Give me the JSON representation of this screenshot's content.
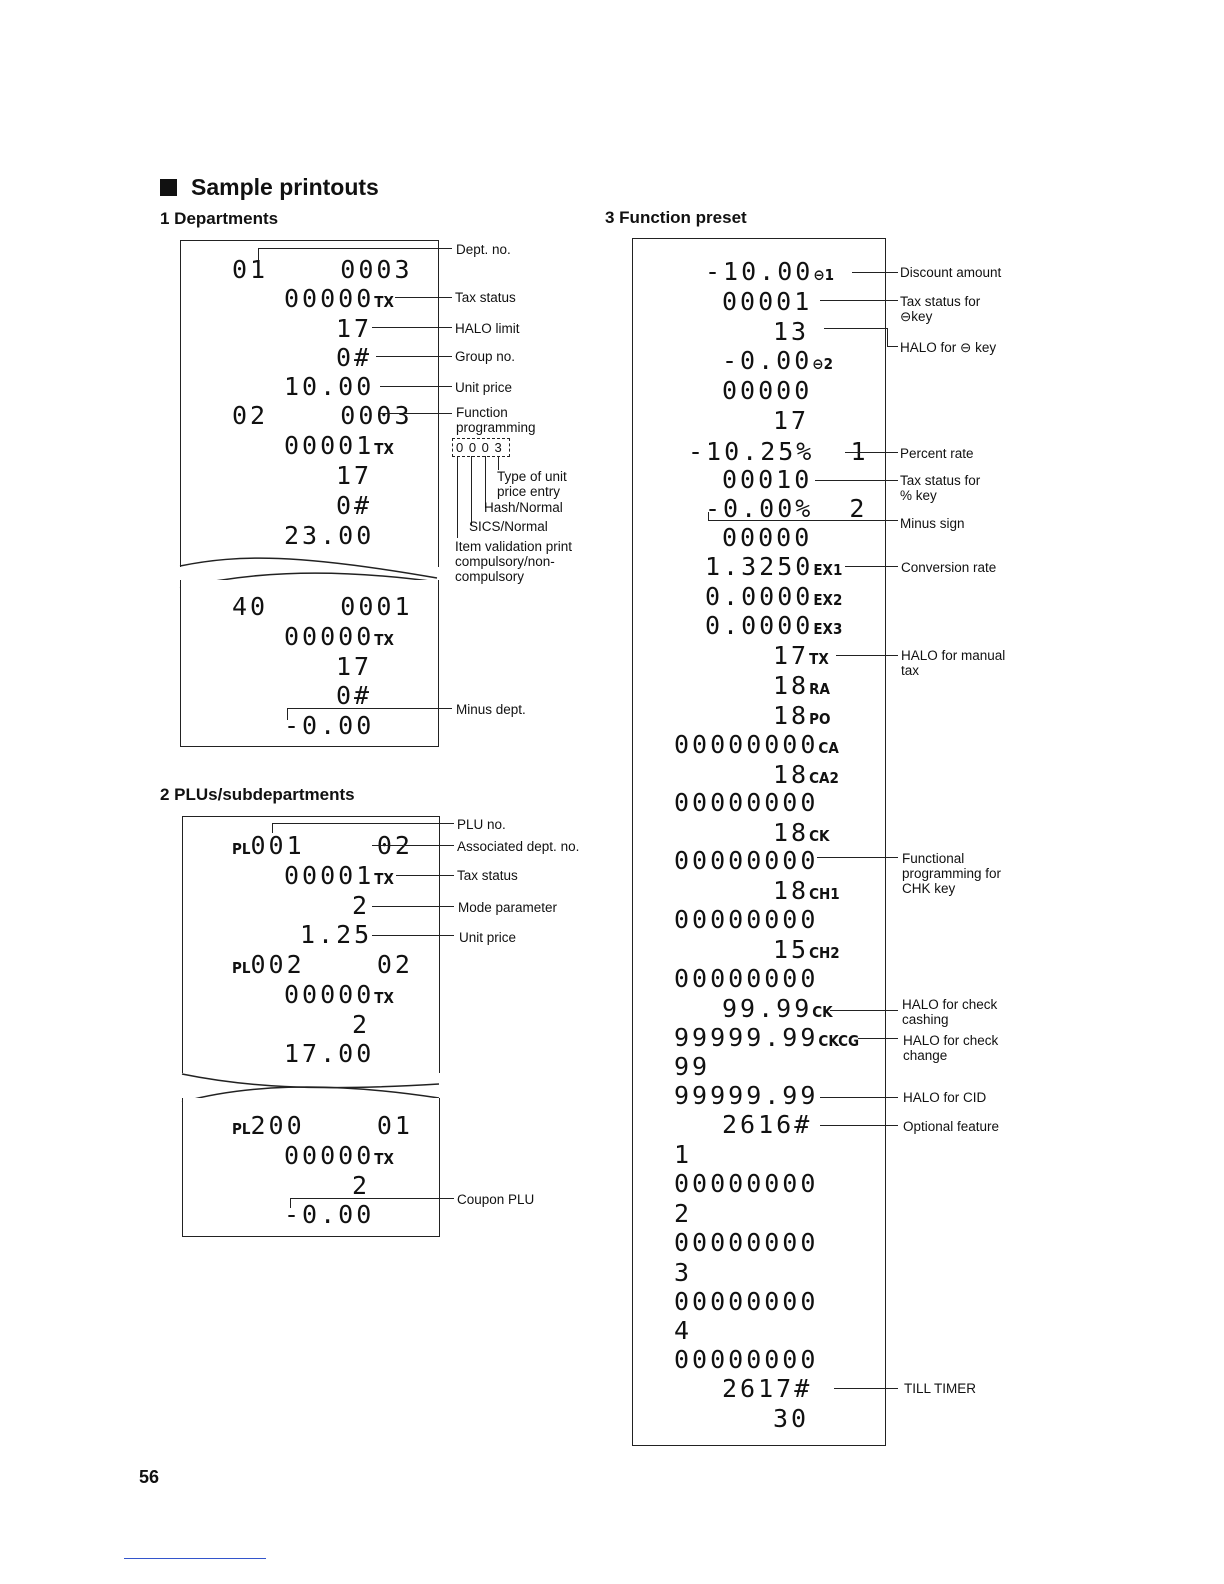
{
  "heading": "Sample printouts",
  "sections": {
    "departments": "1  Departments",
    "plu": "2  PLUs/subdepartments",
    "function": "3  Function preset"
  },
  "dept": {
    "lines": [
      "01    0003",
      "00000",
      "17",
      "0#",
      "10.00",
      "02    0003",
      "00001",
      "17",
      "0#",
      "23.00"
    ],
    "tx": "TX",
    "lines2": [
      "40    0001",
      "00000",
      "17",
      "0#",
      "-0.00"
    ],
    "code": "0 0 0 3",
    "labels": [
      "Dept. no.",
      "Tax status",
      "HALO limit",
      "Group no.",
      "Unit price",
      "Function\nprogramming",
      "Type of unit\nprice entry",
      "Hash/Normal",
      "SICS/Normal",
      "Item validation print\ncompulsory/non-\ncompulsory",
      "Minus dept."
    ]
  },
  "plu": {
    "pl": "PL",
    "lines": [
      "001    02",
      "00001",
      "2",
      "1.25",
      "002    02",
      "00000",
      "2",
      "17.00"
    ],
    "lines2": [
      "200    01",
      "00000",
      "2",
      "-0.00"
    ],
    "labels": [
      "PLU no.",
      "Associated dept. no.",
      "Tax status",
      "Mode parameter",
      "Unit price",
      "Coupon PLU"
    ]
  },
  "func": {
    "lines": [
      "-10.00",
      "00001",
      "13",
      "-0.00",
      "00000",
      "17",
      "-10.25%  1",
      "00010",
      "-0.00%  2",
      "00000",
      "1.3250",
      "0.0000",
      "0.0000",
      "17",
      "18",
      "18",
      "00000000",
      "18",
      "00000000",
      "18",
      "00000000",
      "18",
      "00000000",
      "15",
      "00000000",
      "99.99",
      "99999.99",
      "99",
      "99999.99",
      "2616#",
      "1",
      "00000000",
      "2",
      "00000000",
      "3",
      "00000000",
      "4",
      "00000000",
      "2617#",
      "30"
    ],
    "syms": {
      "minus1": "⊖1",
      "minus2": "⊖2",
      "ex1": "EX1",
      "ex2": "EX2",
      "ex3": "EX3",
      "tx": "TX",
      "ra": "RA",
      "po": "PO",
      "ca": "CA",
      "ca2": "CA2",
      "ck": "CK",
      "ch1": "CH1",
      "ch2": "CH2",
      "ckcg": "CKCG"
    },
    "labels": [
      "Discount amount",
      "Tax status for\n⊖key",
      "HALO for ⊖ key",
      "Percent rate",
      "Tax status for\n% key",
      "Minus sign",
      "Conversion rate",
      "HALO for manual\ntax",
      "Functional\nprogramming for\nCHK key",
      "HALO for check\ncashing",
      "HALO for check\nchange",
      "HALO for CID",
      "Optional feature",
      "TILL TIMER"
    ]
  },
  "page_number": "56"
}
